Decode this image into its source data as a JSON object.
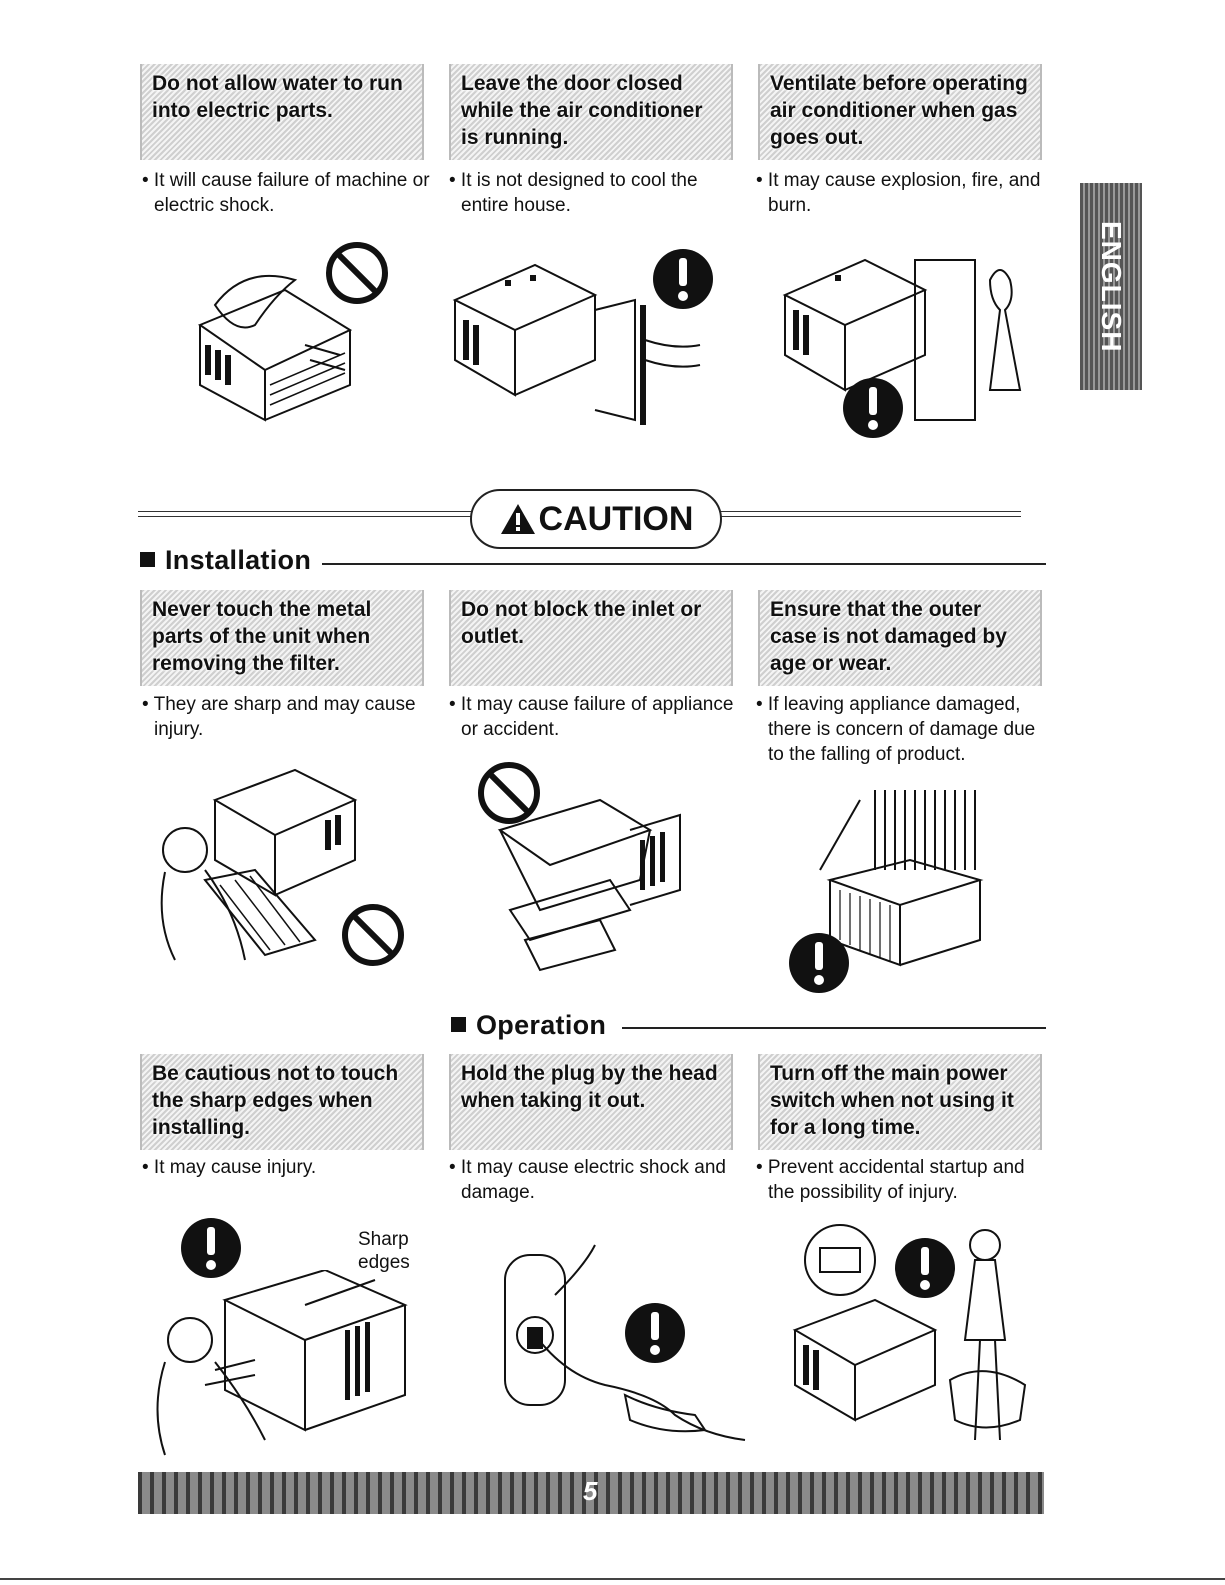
{
  "side_tab": "ENGLISH",
  "caution_label": "CAUTION",
  "sections": {
    "installation": "Installation",
    "operation": "Operation"
  },
  "items": [
    {
      "title": "Do not allow water to run into electric parts.",
      "desc": "It will cause failure of machine or  electric shock.",
      "icon": "prohibited-icon"
    },
    {
      "title": "Leave the door closed while the air conditioner is running.",
      "desc": "It is not designed to cool the entire house.",
      "icon": "exclamation-icon"
    },
    {
      "title": "Ventilate before operating air conditioner when gas goes out.",
      "desc": "It may cause explosion, fire, and burn.",
      "icon": "exclamation-icon"
    },
    {
      "title": "Never touch the metal parts of the unit when removing the filter.",
      "desc": "They are sharp and may cause injury.",
      "icon": "prohibited-icon"
    },
    {
      "title": "Do not block the inlet or outlet.",
      "desc": "It may cause failure of appliance or accident.",
      "icon": "prohibited-icon"
    },
    {
      "title": "Ensure that the outer case is not damaged by age or wear.",
      "desc": "If leaving appliance damaged, there is concern of damage due to the falling of product.",
      "icon": "exclamation-icon"
    },
    {
      "title": "Be cautious not to touch the sharp edges when installing.",
      "desc": "It may cause injury.",
      "icon": "exclamation-icon",
      "label": "Sharp edges"
    },
    {
      "title": "Hold the plug by the head when taking it out.",
      "desc": "It may cause electric shock and damage.",
      "icon": "exclamation-icon"
    },
    {
      "title": "Turn off the main power switch when not using it for a long time.",
      "desc": "Prevent accidental startup and the possibility of injury.",
      "icon": "exclamation-icon"
    }
  ],
  "page_number": "5"
}
